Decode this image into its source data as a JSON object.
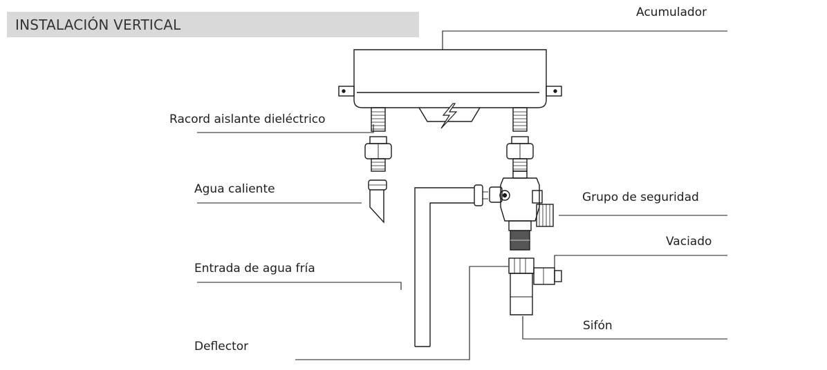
{
  "title": "INSTALACIÓN VERTICAL",
  "labels": {
    "acumulador": "Acumulador",
    "racord": "Racord aislante dieléctrico",
    "agua_caliente": "Agua caliente",
    "grupo_seguridad": "Grupo de seguridad",
    "vaciado": "Vaciado",
    "entrada_agua_fria": "Entrada de agua fría",
    "sifon": "Sifón",
    "deflector": "Deflector"
  },
  "colors": {
    "line": "#1a1a1a",
    "title_bg": "#d9d9da"
  },
  "icons": {
    "electric": "lightning-bolt-icon"
  }
}
